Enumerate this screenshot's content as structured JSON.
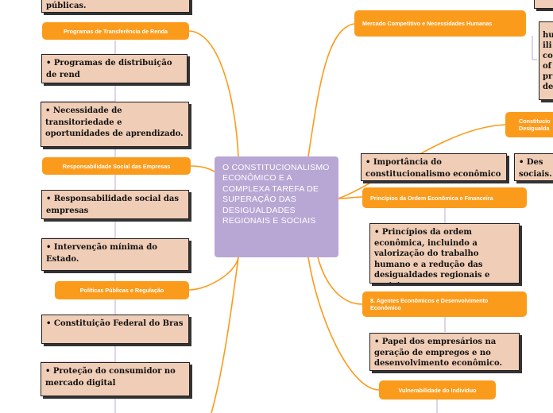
{
  "central_topic": "O CONSTITUCIONALISMO ECONÔMICO E A COMPLEXA TAREFA DE SUPERAÇÃO DAS DESIGUALDADES REGIONAIS E SOCIAIS",
  "left_topics": [
    {
      "label": "Programas de Transferência de Renda"
    },
    {
      "label": "Responsabilidade Social das Empresas"
    },
    {
      "label": "Políticas Públicas e Regulação"
    }
  ],
  "left_cards": [
    "públicas.",
    "•     Programas de distribuição de rend",
    "•     Necessidade de transitoriedade e oportunidades de aprendizado.",
    "•     Responsabilidade social das empresas",
    "•     Intervenção mínima do Estado.",
    "•     Constituição Federal do Bras",
    "•     Proteção do consumidor no mercado digital"
  ],
  "right_topics": [
    {
      "label": "Mercado Competitivo e Necessidades Humanas"
    },
    {
      "label": "Constitucio Desigualda"
    },
    {
      "label": "Princípios da Ordem Econômica e Financeira"
    },
    {
      "label": "8.     Agentes Econômicos e Desenvolvimento Econômico"
    },
    {
      "label": "Vulnerabilidade do Indivíduo"
    }
  ],
  "right_cards": [
    "hu\nili\nco\nof\npr\nde",
    "•     Importância do constitucionalismo econômico",
    "•     Des sociais.",
    "•     Princípios da ordem econômica, incluindo a valorização do trabalho humano e a redução das desigualdades regionais e sociais.",
    "•     Papel dos empresários na geração de empregos e no desenvolvimento econômico."
  ],
  "colors": {
    "branch": "#fb9b1b",
    "central": "#b8a6d4",
    "card": "#f0cdb6",
    "connector": "#c9b8dc"
  }
}
